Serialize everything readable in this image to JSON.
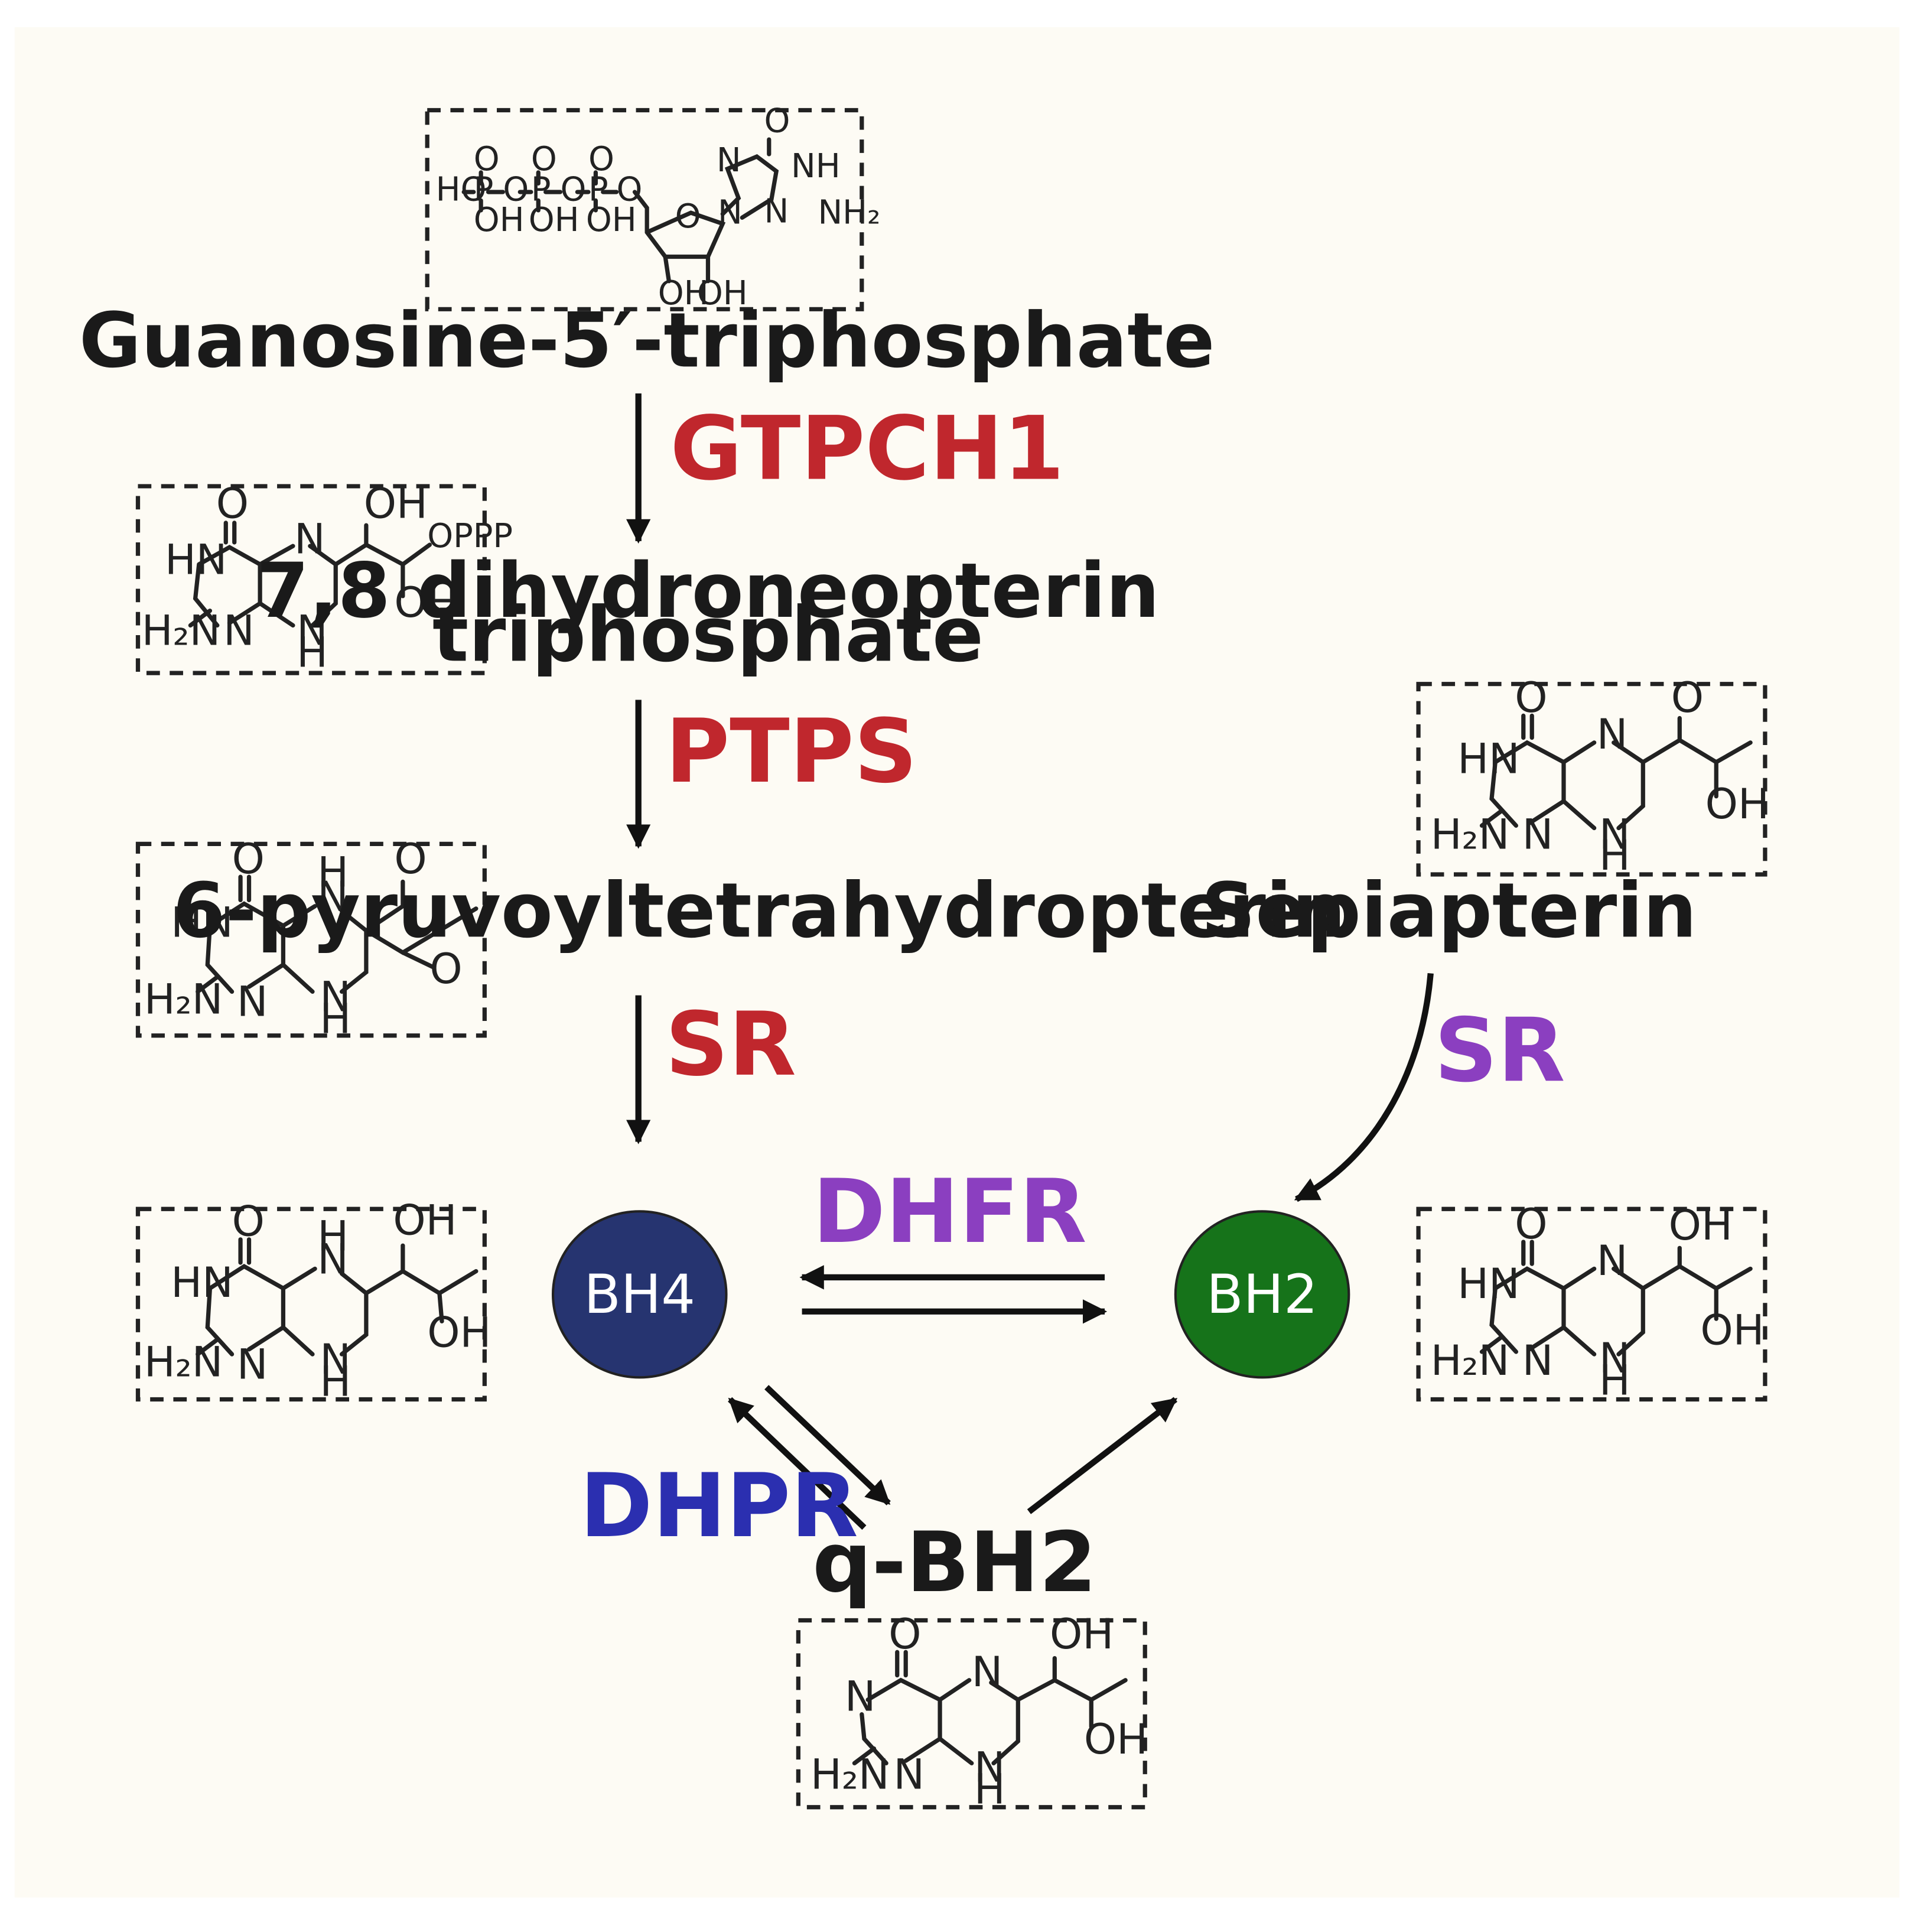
{
  "colors": {
    "background": "#fdfbf4",
    "enzyme_red": "#c0272d",
    "enzyme_purple": "#8b3fc0",
    "enzyme_blue": "#2b2fb0",
    "bh4_fill": "#263470",
    "bh2_fill": "#16731a"
  },
  "compounds": {
    "gtp": "Guanosine-5′-triphosphate",
    "dhnp_line1": "7,8 dihydroneopterin",
    "dhnp_line2": "triphosphate",
    "ptp": "6-pyruvoyltetrahydropterin",
    "sepiapterin": "Sepiapterin",
    "qbh2": "q-BH2"
  },
  "nodes": {
    "bh4": "BH4",
    "bh2": "BH2"
  },
  "enzymes": {
    "gtpch1": "GTPCH1",
    "ptps": "PTPS",
    "sr_main": "SR",
    "sr_salvage": "SR",
    "dhfr": "DHFR",
    "dhpr": "DHPR"
  },
  "atoms": {
    "HO": "HO",
    "OH": "OH",
    "O": "O",
    "P": "P",
    "N": "N",
    "NH": "NH",
    "HN": "HN",
    "H": "H",
    "NH2": "NH₂",
    "H2N": "H₂N",
    "OPPP": "OPPP"
  }
}
